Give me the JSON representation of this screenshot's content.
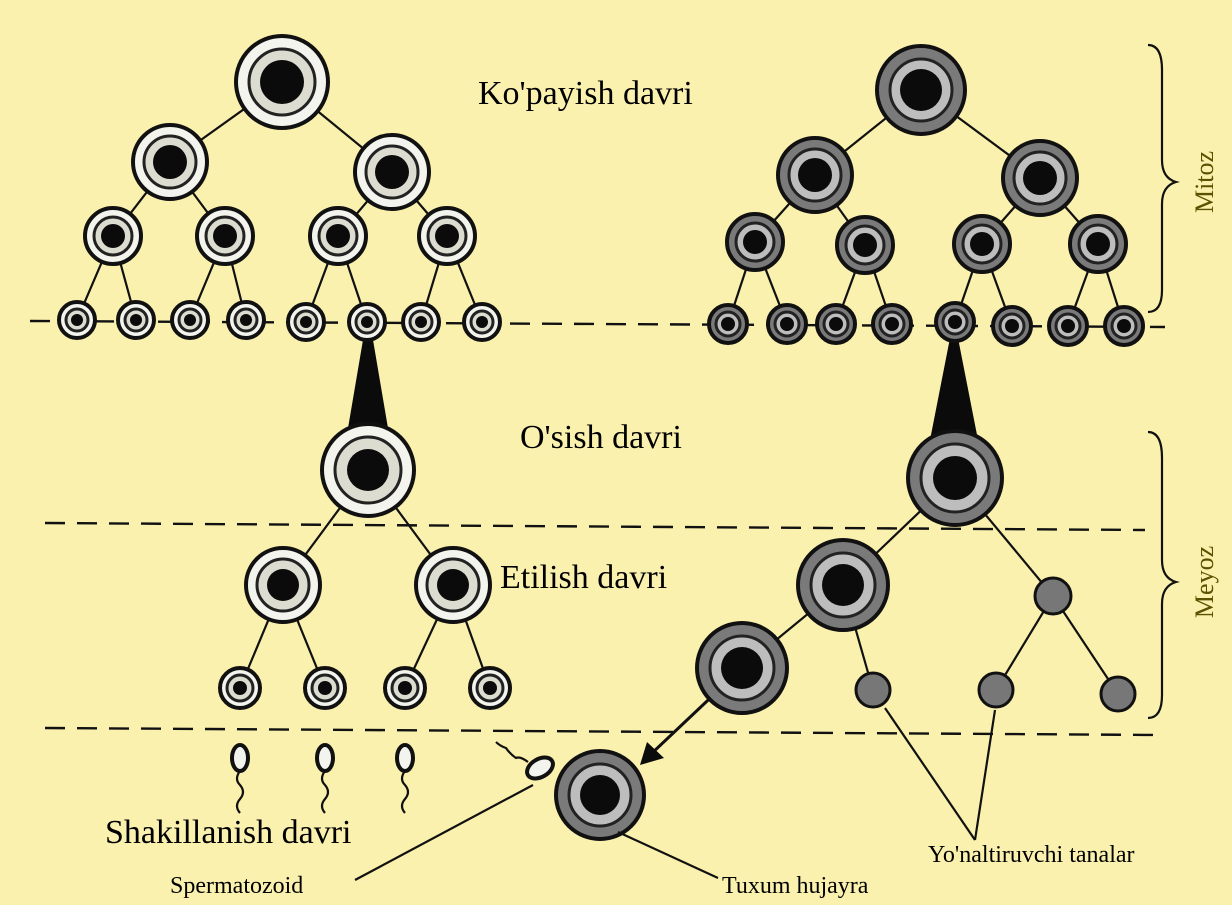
{
  "stages": {
    "reproduction": "Ko'payish davri",
    "growth": "O'sish davri",
    "maturation": "Etilish davri",
    "formation": "Shakillanish davri"
  },
  "brackets": {
    "mitosis": "Mitoz",
    "meiosis": "Meyoz"
  },
  "labels": {
    "sperm": "Spermatozoid",
    "egg": "Tuxum hujayra",
    "polar_bodies": "Yo'naltiruvchi tanalar"
  },
  "colors": {
    "background": "#fbf1ae",
    "male_cell": "#f4f4ee",
    "female_cell": "#7a7a7a",
    "nucleus": "#0b0b0b"
  }
}
